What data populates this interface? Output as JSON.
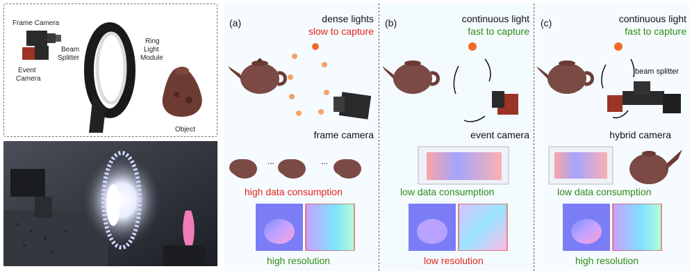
{
  "hardware": {
    "frame_camera": "Frame Camera",
    "beam_splitter_1": "Beam",
    "beam_splitter_2": "Splitter",
    "event_camera_1": "Event",
    "event_camera_2": "Camera",
    "ring_1": "Ring",
    "ring_2": "Light",
    "ring_3": "Module",
    "object": "Object"
  },
  "panels": [
    {
      "tag": "(a)",
      "head1": "dense lights",
      "head2": "slow to capture",
      "camera": "frame camera",
      "data": "high data consumption",
      "resolution": "high resolution",
      "colors": {
        "head2": "#e0261b",
        "data": "#e0261b",
        "resolution": "#2f8a17"
      }
    },
    {
      "tag": "(b)",
      "head1": "continuous light",
      "head2": "fast to capture",
      "camera": "event camera",
      "data": "low data consumption",
      "resolution": "low resolution",
      "colors": {
        "head2": "#2f8a17",
        "data": "#2f8a17",
        "resolution": "#e0261b"
      }
    },
    {
      "tag": "(c)",
      "head1": "continuous light",
      "head2": "fast to capture",
      "camera": "hybrid camera",
      "beam": "beam splitter",
      "data": "low data consumption",
      "resolution": "high resolution",
      "colors": {
        "head2": "#2f8a17",
        "data": "#2f8a17",
        "resolution": "#2f8a17"
      }
    }
  ],
  "ellipsis": "...",
  "icons": [
    "teapot-icon",
    "light-sun-icon",
    "camera-icon",
    "ring-light-icon",
    "normal-map-icon",
    "event-volume-icon",
    "cycle-arrow-icon"
  ]
}
